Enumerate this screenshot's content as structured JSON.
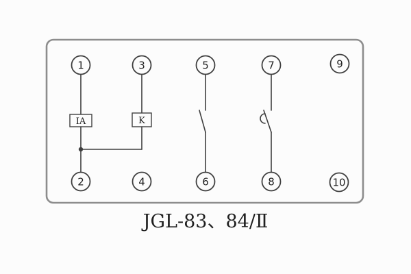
{
  "diagram": {
    "caption": "JGL-83、84/Ⅱ",
    "terminals": {
      "top": [
        "1",
        "3",
        "5",
        "7",
        "9"
      ],
      "bottom": [
        "2",
        "4",
        "6",
        "8",
        "10"
      ]
    },
    "components": {
      "coil1_label": "IA",
      "coil2_label": "K",
      "switches": [
        {
          "between": [
            "5",
            "6"
          ],
          "type": "normally-open-contact"
        },
        {
          "between": [
            "7",
            "8"
          ],
          "type": "contact-with-hook"
        }
      ],
      "wiring_note": "1-IA-junction-2, 3-K joins junction above 2"
    },
    "colors": {
      "line": "#3f3f3f",
      "frame": "#8d8d8d",
      "background": "#fcfcfc",
      "text": "#1f1f1f"
    }
  }
}
